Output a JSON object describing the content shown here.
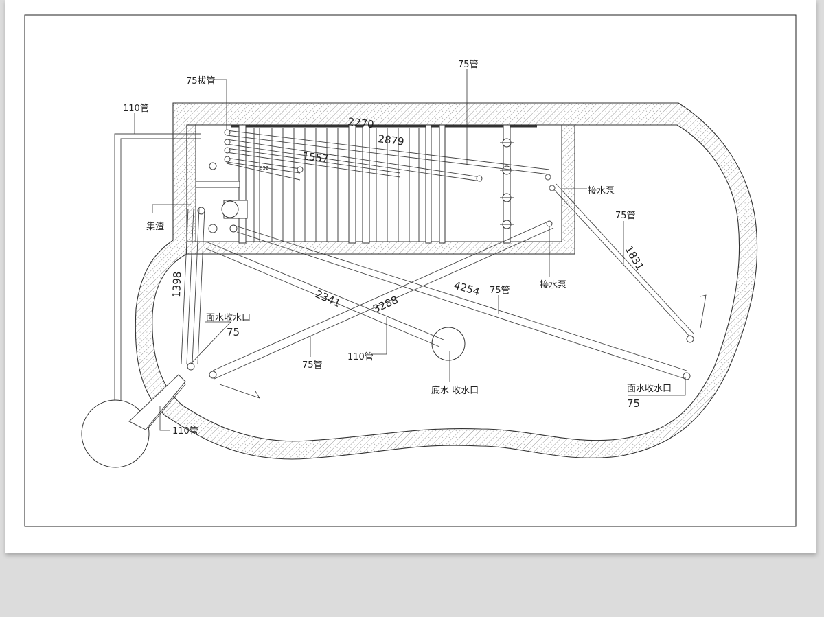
{
  "colors": {
    "paper": "#ffffff",
    "background": "#dcdcdc",
    "line": "#333333",
    "hatch": "#8a8a8a"
  },
  "labels": {
    "pipe75_top": "75管",
    "connector75": "75拔管",
    "pipe110_top": "110管",
    "dim_2270": "2270",
    "dim_2879": "2879",
    "dim_1557": "1557",
    "dim_852": "852",
    "pump_upper": "接水泵",
    "pump_lower": "接水泵",
    "pipe75_right": "75管",
    "dim_1831": "1831",
    "slag": "集渣",
    "dim_1398": "1398",
    "surface_inlet_left": "面水收水口",
    "surface_inlet_left_size": "75",
    "dim_2341": "2341",
    "dim_3288": "3288",
    "dim_4254": "4254",
    "pipe75_mid": "75管",
    "pipe75_lower": "75管",
    "pipe110_mid": "110管",
    "bottom_drain": "底水  收水口",
    "surface_inlet_right": "面水收水口",
    "surface_inlet_right_size": "75",
    "pipe110_bottom": "110管"
  }
}
